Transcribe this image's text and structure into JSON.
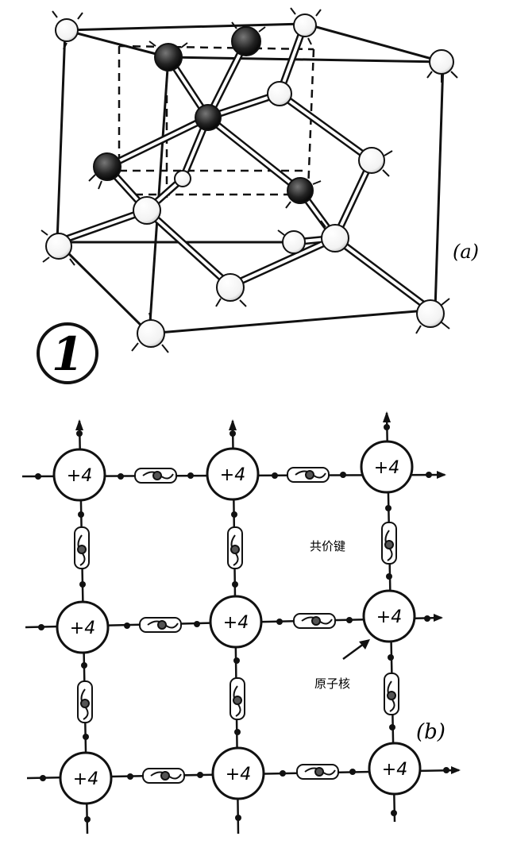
{
  "figure_number": "1",
  "panel_a": {
    "label": "(a)"
  },
  "panel_b": {
    "label": "(b)",
    "ion_charge": "+4",
    "covalent_bond_label": "共价键",
    "atomic_core_label": "原子核"
  }
}
